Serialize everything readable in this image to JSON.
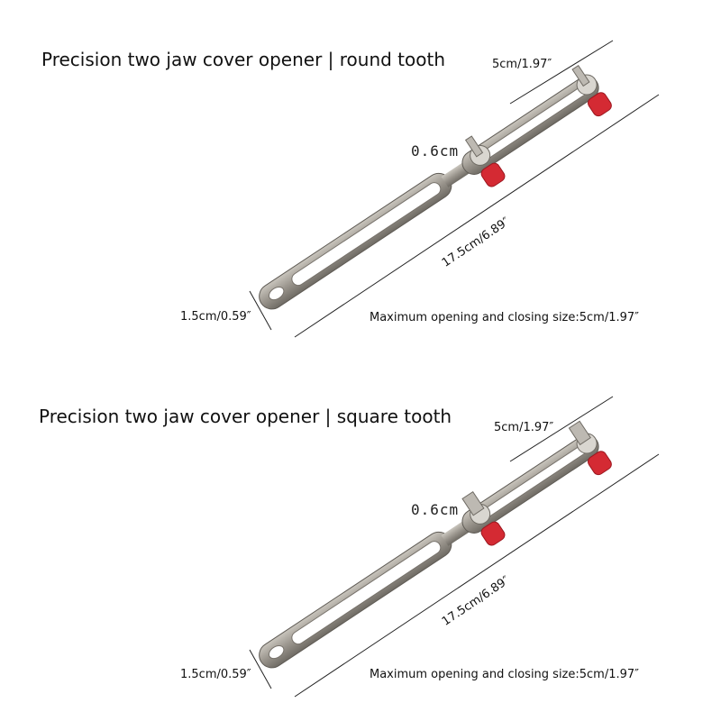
{
  "panels": [
    {
      "title": "Precision two jaw cover opener | round tooth",
      "labels": {
        "jaw_width": "5cm/1.97″",
        "waist": "0.6cm",
        "length": "17.5cm/6.89″",
        "handle_width": "1.5cm/0.59″",
        "max_opening": "Maximum opening and closing size:5cm/1.97″"
      },
      "tooth": "round-tooth"
    },
    {
      "title": "Precision two jaw cover opener | square tooth",
      "labels": {
        "jaw_width": "5cm/1.97″",
        "waist": "0.6cm",
        "length": "17.5cm/6.89″",
        "handle_width": "1.5cm/0.59″",
        "max_opening": "Maximum opening and closing size:5cm/1.97″"
      },
      "tooth": "square-tooth"
    }
  ],
  "colors": {
    "metal": "#9a958d",
    "metal_dark": "#6f6b64",
    "metal_light": "#c9c5bd",
    "knob": "#d42a33",
    "knob_dark": "#9c1820"
  }
}
